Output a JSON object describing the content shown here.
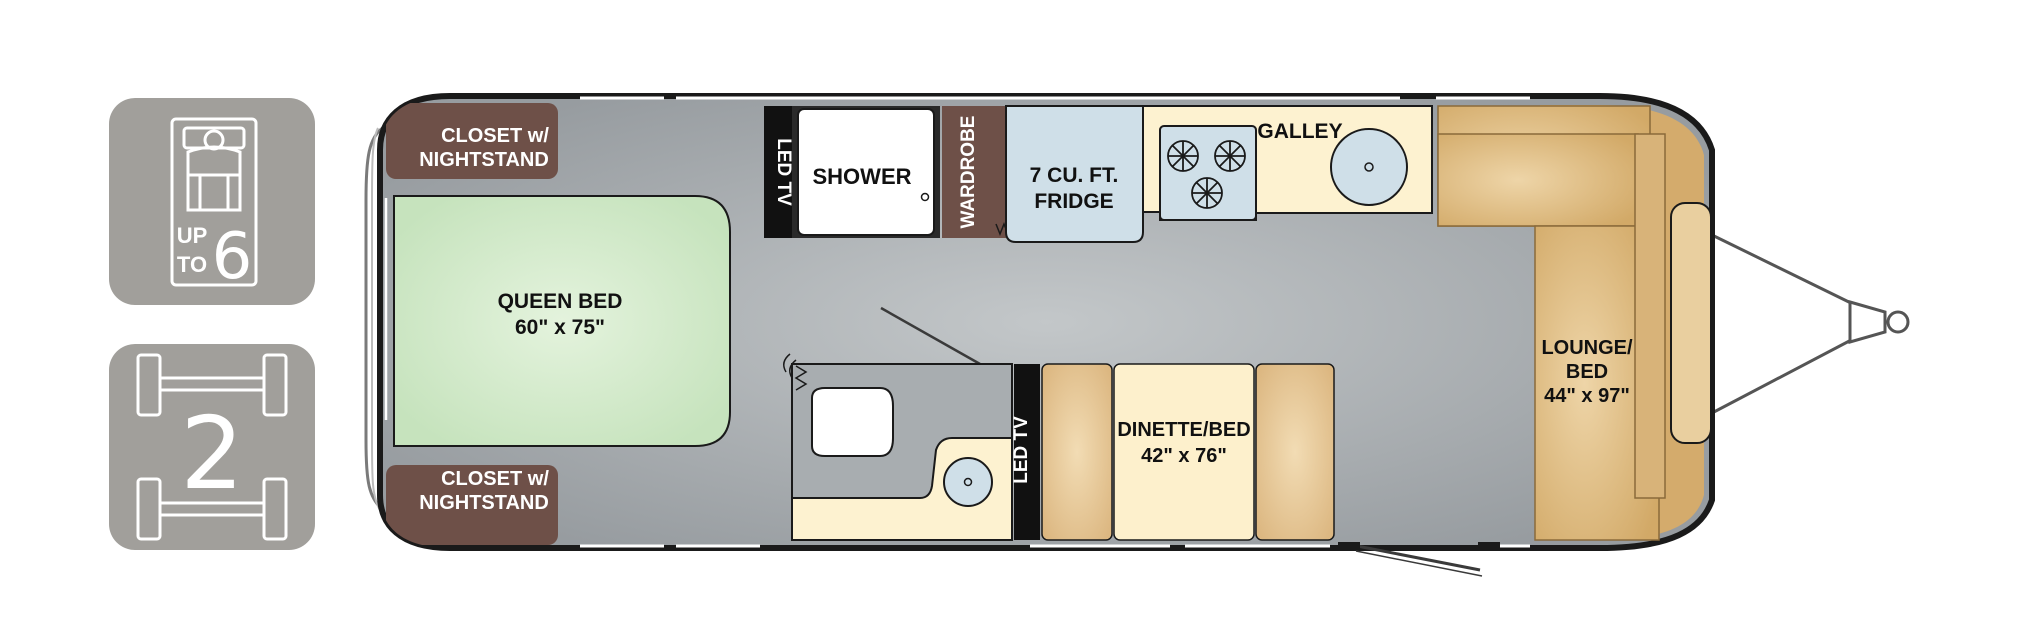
{
  "badges": {
    "sleeps_line1": "UP",
    "sleeps_line2": "TO",
    "sleeps_number": "6",
    "axles_number": "2"
  },
  "rooms": {
    "closet_top_line1": "CLOSET w/",
    "closet_top_line2": "NIGHTSTAND",
    "closet_bottom_line1": "CLOSET w/",
    "closet_bottom_line2": "NIGHTSTAND",
    "queen_bed_line1": "QUEEN BED",
    "queen_bed_line2": "60\" x 75\"",
    "led_tv_top": "LED TV",
    "shower": "SHOWER",
    "wardrobe": "WARDROBE",
    "fridge_line1": "7 CU. FT.",
    "fridge_line2": "FRIDGE",
    "galley": "GALLEY",
    "lounge_line1": "LOUNGE/",
    "lounge_line2": "BED",
    "lounge_line3": "44\" x 97\"",
    "led_tv_bottom": "LED TV",
    "dinette_line1": "DINETTE/BED",
    "dinette_line2": "42\" x 76\""
  },
  "colors": {
    "badge_bg": "#a19f9b",
    "floor": "#a3a8ab",
    "queen_bed": "#d6eccd",
    "closet": "#6e5048",
    "galley_counter": "#fdf2d0",
    "fridge": "#cfdfe8",
    "lounge": "#d9b47a",
    "dinette_seat": "#e6c79a",
    "dinette_table": "#fdf0cc",
    "tv": "#111111"
  }
}
